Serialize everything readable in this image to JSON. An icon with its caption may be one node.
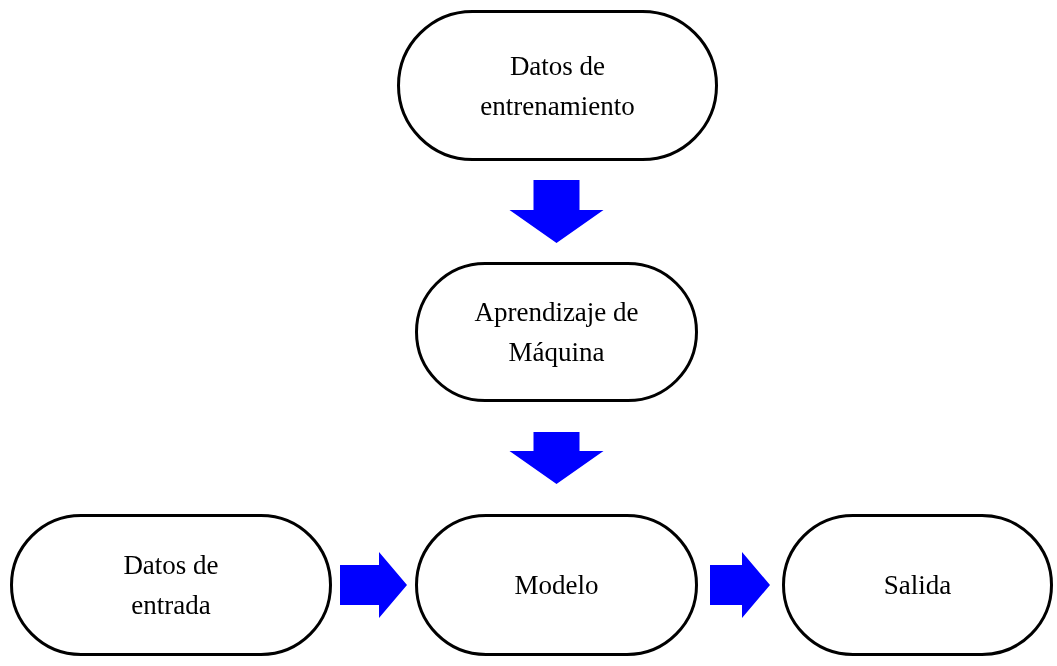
{
  "diagram": {
    "nodes": [
      {
        "text": [
          "Datos de entrenamiento"
        ]
      },
      {
        "text": [
          "Aprendizaje de Máquina"
        ]
      },
      {
        "text": [
          "Datos de entrada"
        ]
      },
      {
        "text": [
          "Modelo"
        ]
      },
      {
        "text": [
          "Salida"
        ]
      }
    ],
    "edges": [
      {
        "from": 0,
        "to": 1,
        "arrow": "to"
      },
      {
        "from": 1,
        "to": 3,
        "arrow": "to"
      },
      {
        "from": 2,
        "to": 3,
        "arrow": "to"
      },
      {
        "from": 3,
        "to": 4,
        "arrow": "to"
      }
    ]
  }
}
